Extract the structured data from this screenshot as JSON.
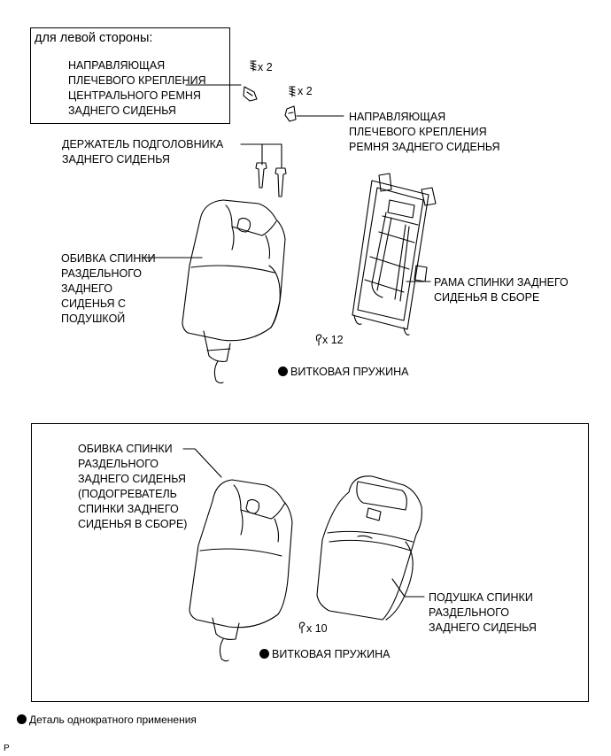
{
  "left_side": {
    "header": "для левой стороны:",
    "center_guide": "НАПРАВЛЯЮЩАЯ\nПЛЕЧЕВОГО КРЕПЛЕНИЯ\nЦЕНТРАЛЬНОГО РЕМНЯ\nЗАДНЕГО СИДЕНЬЯ",
    "center_guide_qty": "x 2"
  },
  "guide_qty": "x 2",
  "guide": "НАПРАВЛЯЮЩАЯ\nПЛЕЧЕВОГО КРЕПЛЕНИЯ\nРЕМНЯ ЗАДНЕГО СИДЕНЬЯ",
  "headrest_holder": "ДЕРЖАТЕЛЬ ПОДГОЛОВНИКА\nЗАДНЕГО СИДЕНЬЯ",
  "cover_with_pad": "ОБИВКА СПИНКИ\nРАЗДЕЛЬНОГО\nЗАДНЕГО\nСИДЕНЬЯ С\nПОДУШКОЙ",
  "frame": "РАМА СПИНКИ ЗАДНЕГО\nСИДЕНЬЯ В СБОРЕ",
  "spring_qty_top": "x 12",
  "spring_top": "ВИТКОВАЯ ПРУЖИНА",
  "heater_cover": "ОБИВКА СПИНКИ\nРАЗДЕЛЬНОГО\nЗАДНЕГО СИДЕНЬЯ\n(ПОДОГРЕВАТЕЛЬ\nСПИНКИ ЗАДНЕГО\nСИДЕНЬЯ В СБОРЕ)",
  "pad": "ПОДУШКА СПИНКИ\nРАЗДЕЛЬНОГО\nЗАДНЕГО СИДЕНЬЯ",
  "spring_qty_bottom": "x 10",
  "spring_bottom": "ВИТКОВАЯ ПРУЖИНА",
  "legend": "Деталь однократного применения",
  "corner_mark": "P"
}
